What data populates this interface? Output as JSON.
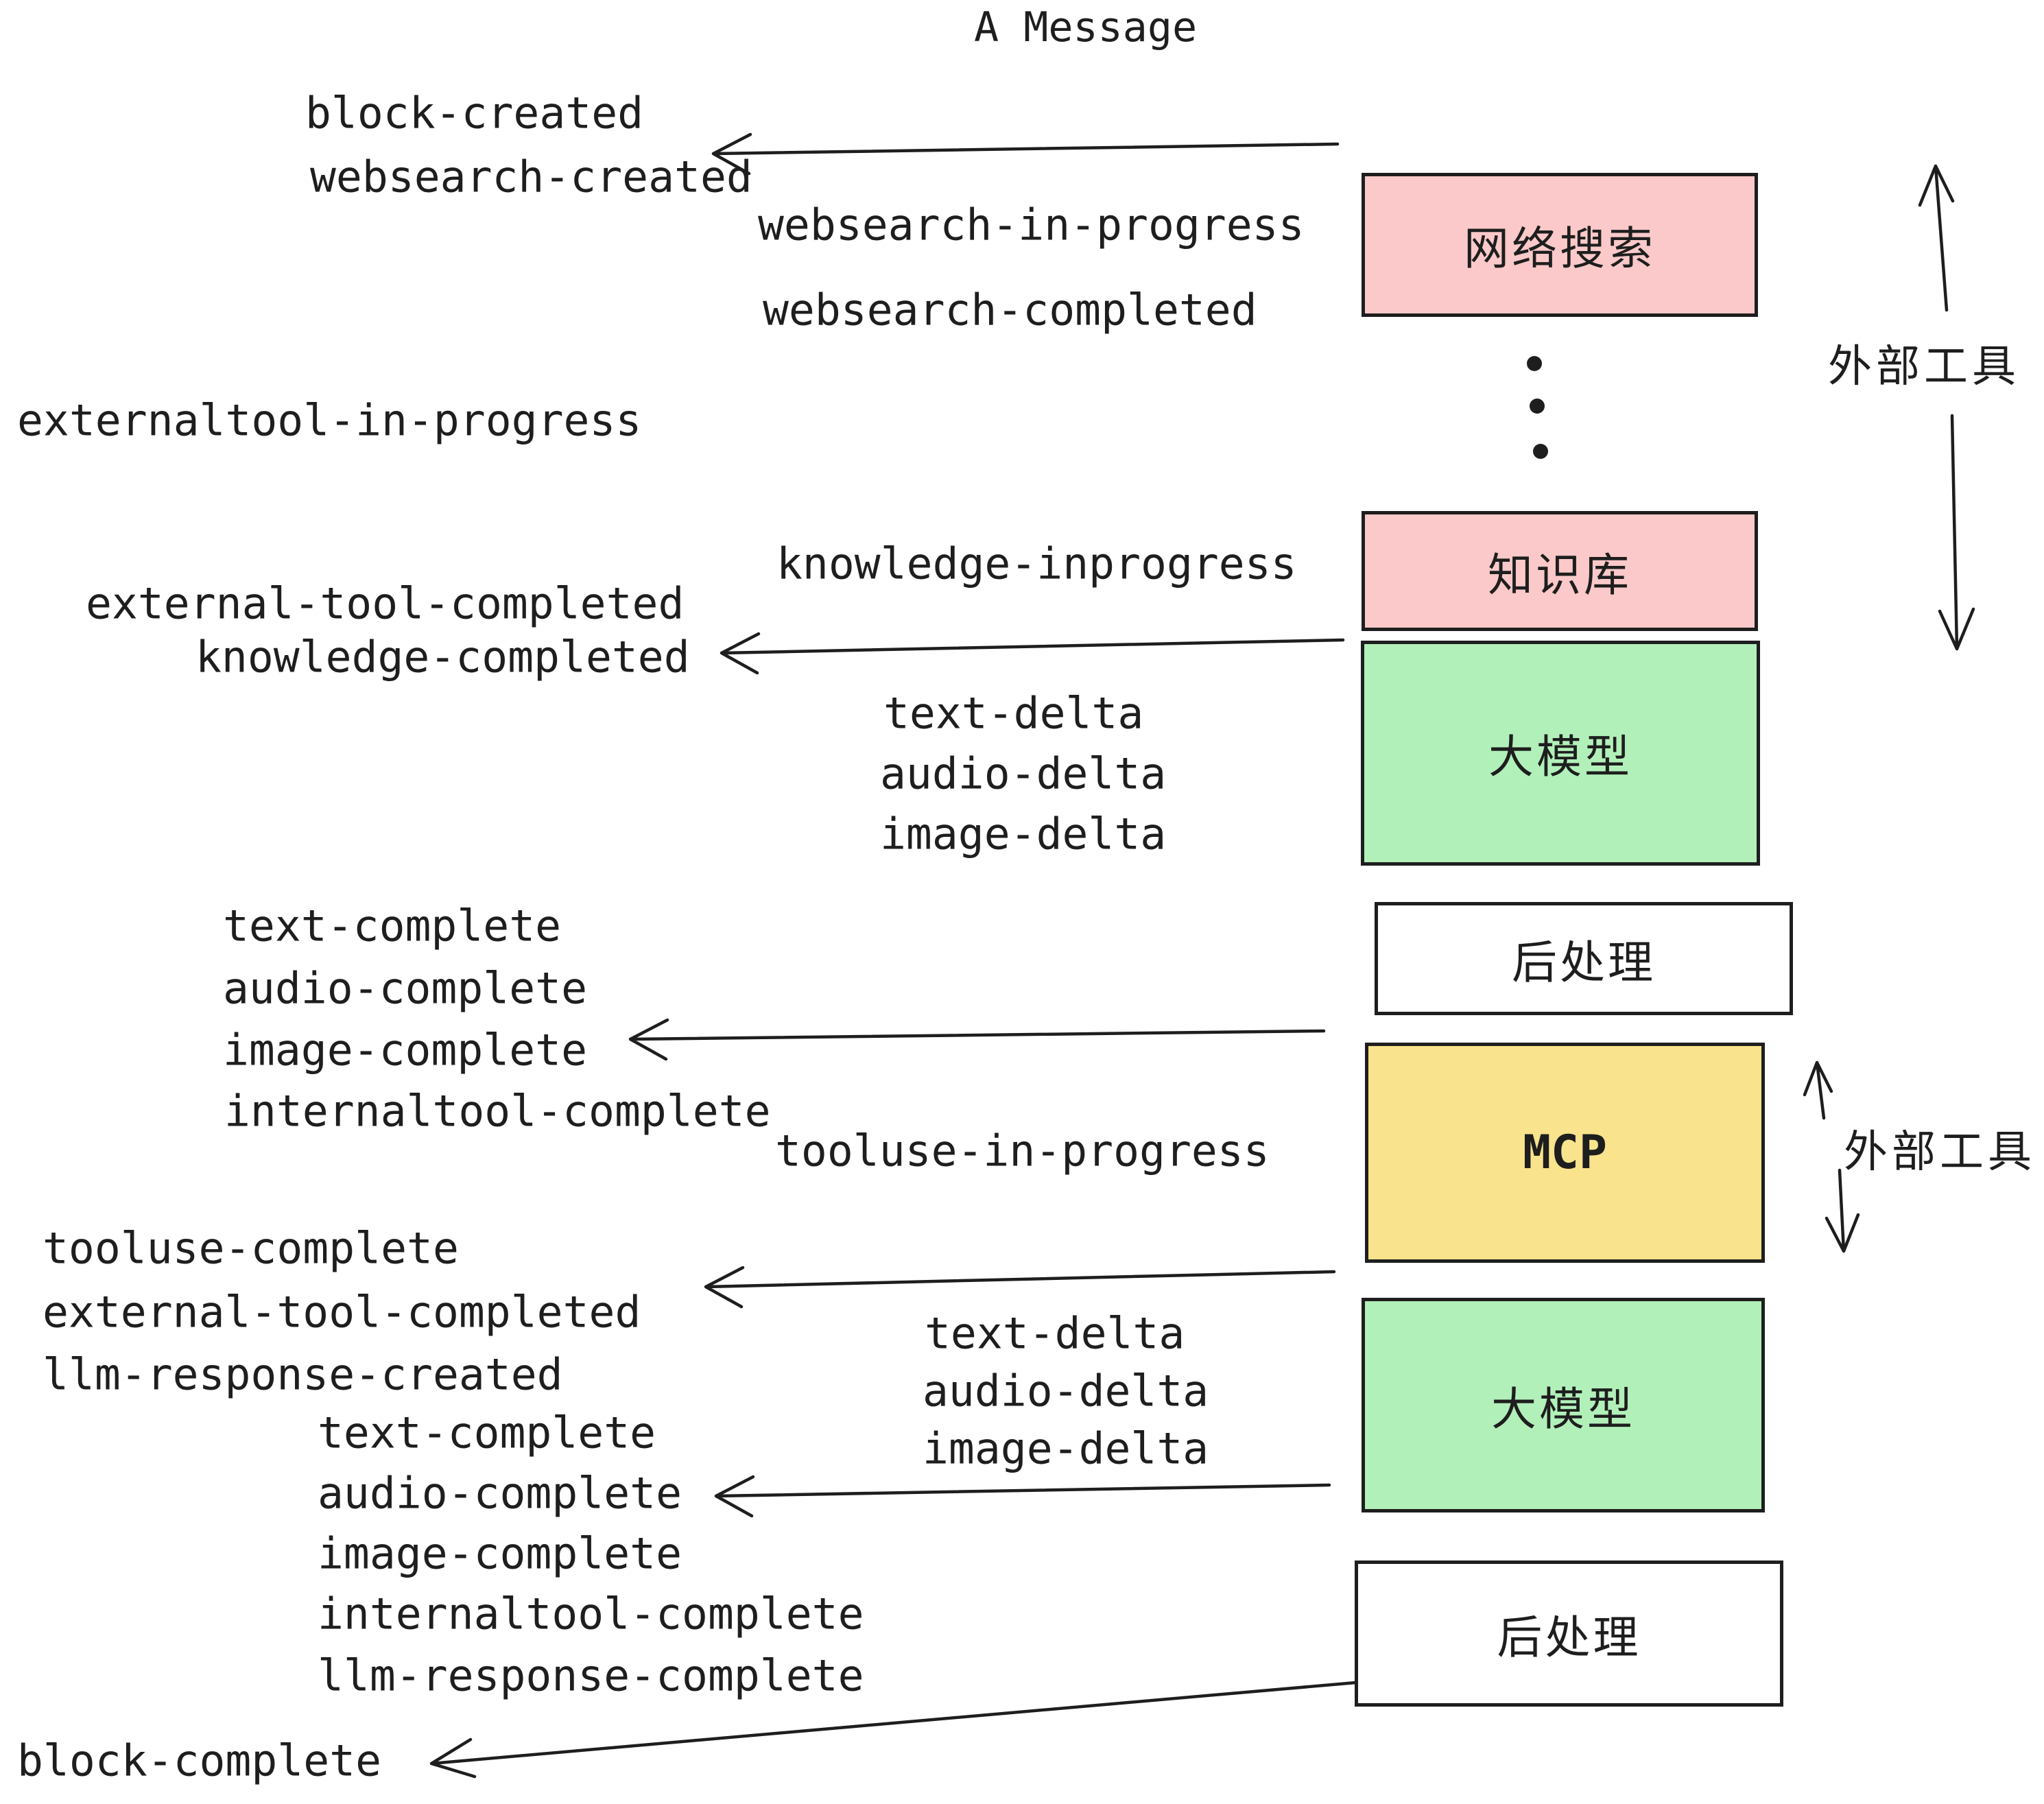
{
  "title": "A Message",
  "events": {
    "block_created": "block-created",
    "websearch_created": "websearch-created",
    "websearch_in_progress": "websearch-in-progress",
    "websearch_completed": "websearch-completed",
    "externaltool_in_progress": "externaltool-in-progress",
    "knowledge_inprogress": "knowledge-inprogress",
    "external_tool_completed": "external-tool-completed",
    "knowledge_completed": "knowledge-completed",
    "text_delta": "text-delta",
    "audio_delta": "audio-delta",
    "image_delta": "image-delta",
    "text_complete": "text-complete",
    "audio_complete": "audio-complete",
    "image_complete": "image-complete",
    "internaltool_complete": "internaltool-complete",
    "tooluse_in_progress": "tooluse-in-progress",
    "tooluse_complete": "tooluse-complete",
    "llm_response_created": "llm-response-created",
    "llm_response_complete": "llm-response-complete",
    "block_complete": "block-complete"
  },
  "boxes": {
    "websearch": "网络搜索",
    "knowledge": "知识库",
    "llm": "大模型",
    "postprocess": "后处理",
    "mcp": "MCP"
  },
  "annotations": {
    "external_tools": "外部工具"
  },
  "colors": {
    "ink": "#1e1e1e",
    "pink": "#fbc9c9",
    "green": "#b2f0ba",
    "yellow": "#f9e38c",
    "white": "#ffffff"
  }
}
